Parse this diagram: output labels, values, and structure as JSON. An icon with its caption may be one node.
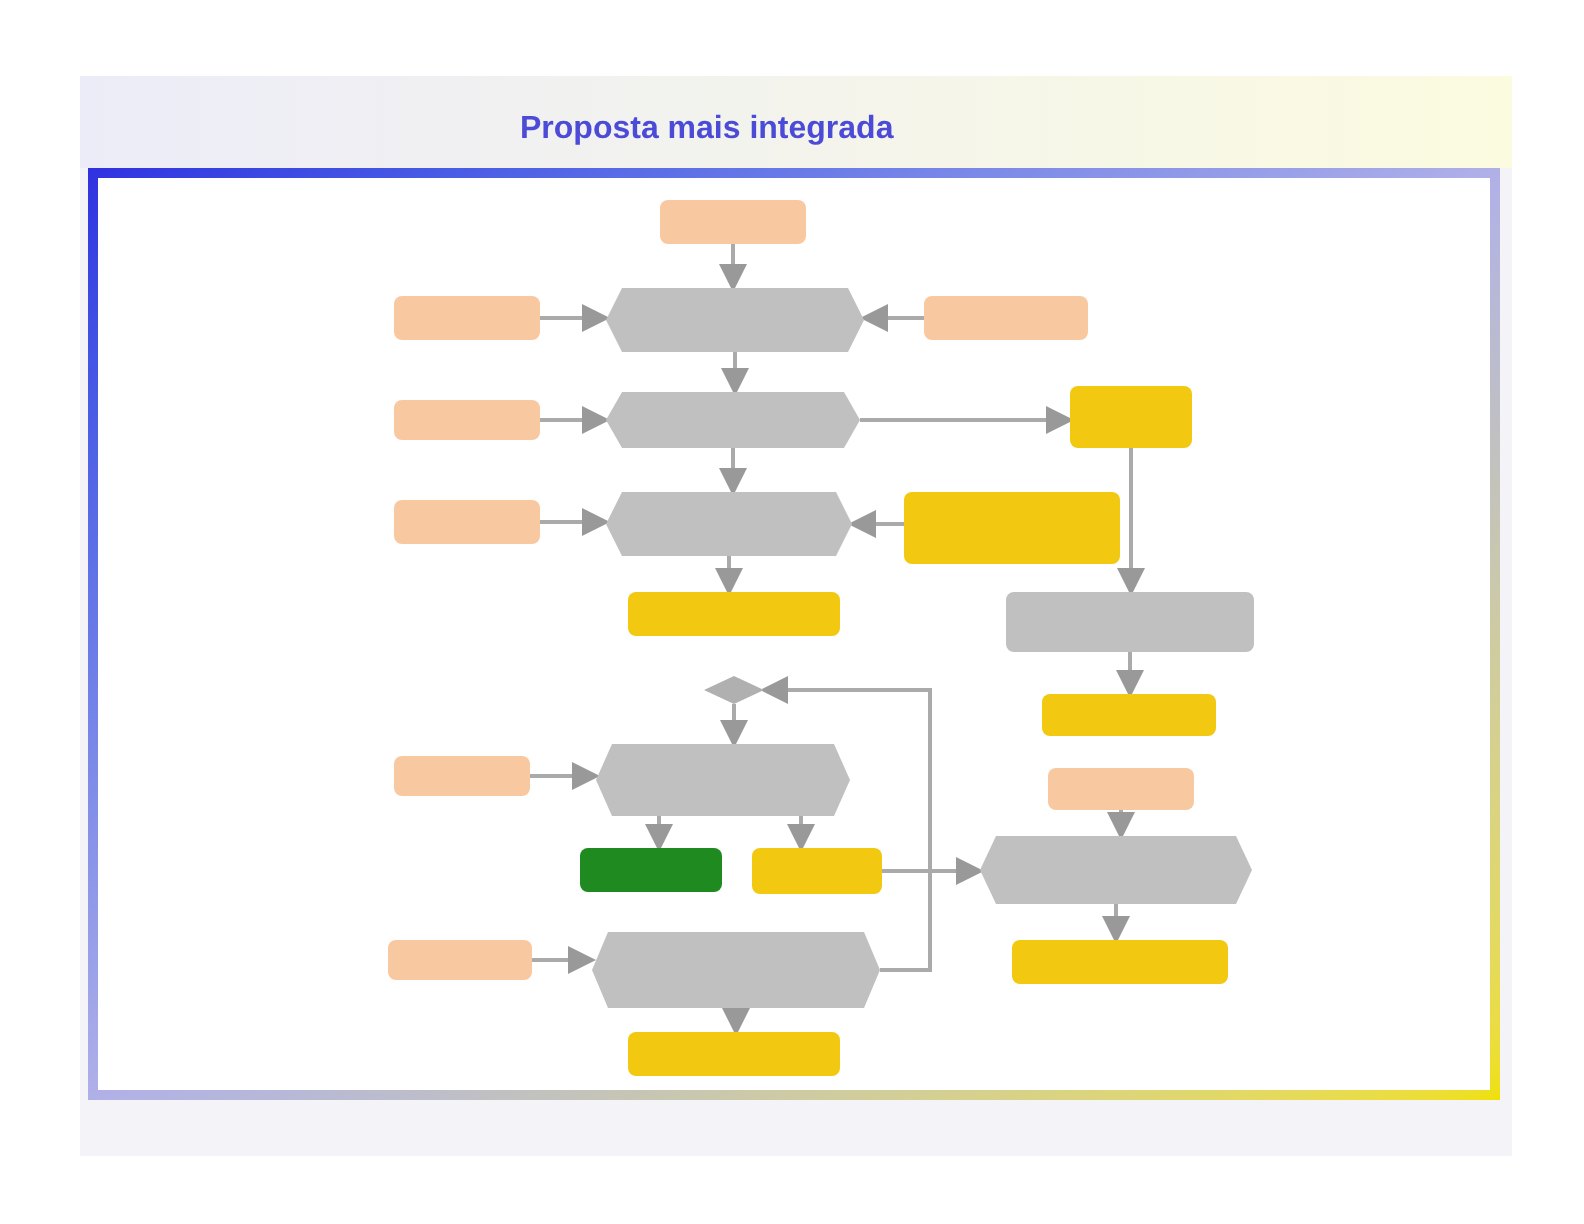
{
  "diagram": {
    "title": "Proposta mais integrada",
    "nodes": [
      {
        "text": [],
        "shape": "box"
      },
      {
        "text": [],
        "shape": "box"
      },
      {
        "text": [],
        "shape": "hexagon"
      },
      {
        "text": [],
        "shape": "box"
      },
      {
        "text": [],
        "shape": "box"
      },
      {
        "text": [],
        "shape": "hexagon"
      },
      {
        "text": [],
        "shape": "box"
      },
      {
        "text": [],
        "shape": "box"
      },
      {
        "text": [],
        "shape": "hexagon"
      },
      {
        "text": [],
        "shape": "box"
      },
      {
        "text": [],
        "shape": "box"
      },
      {
        "text": [],
        "shape": "box"
      },
      {
        "text": [],
        "shape": "diamond"
      },
      {
        "text": [],
        "shape": "box"
      },
      {
        "text": [],
        "shape": "box"
      },
      {
        "text": [],
        "shape": "hexagon"
      },
      {
        "text": [],
        "shape": "box"
      },
      {
        "text": [],
        "shape": "box"
      },
      {
        "text": [],
        "shape": "box"
      },
      {
        "text": [],
        "shape": "hexagon"
      },
      {
        "text": [],
        "shape": "box"
      },
      {
        "text": [],
        "shape": "hexagon"
      },
      {
        "text": [],
        "shape": "box"
      },
      {
        "text": [],
        "shape": "box"
      }
    ],
    "edges": [
      {
        "from": 0,
        "to": 2,
        "arrow": "to"
      },
      {
        "from": 1,
        "to": 2,
        "arrow": "to"
      },
      {
        "from": 3,
        "to": 2,
        "arrow": "to"
      },
      {
        "from": 2,
        "to": 5,
        "arrow": "to"
      },
      {
        "from": 4,
        "to": 5,
        "arrow": "to"
      },
      {
        "from": 5,
        "to": 6,
        "arrow": "to"
      },
      {
        "from": 5,
        "to": 8,
        "arrow": "to"
      },
      {
        "from": 7,
        "to": 8,
        "arrow": "to"
      },
      {
        "from": 9,
        "to": 8,
        "arrow": "to"
      },
      {
        "from": 8,
        "to": 10,
        "arrow": "to"
      },
      {
        "from": 6,
        "to": 11,
        "arrow": "to"
      },
      {
        "from": 11,
        "to": 13,
        "arrow": "to"
      },
      {
        "from": 12,
        "to": 15,
        "arrow": "to"
      },
      {
        "from": 14,
        "to": 15,
        "arrow": "to"
      },
      {
        "from": 15,
        "to": 17,
        "arrow": "to"
      },
      {
        "from": 15,
        "to": 18,
        "arrow": "to"
      },
      {
        "from": 18,
        "to": 19,
        "arrow": "to"
      },
      {
        "from": 16,
        "to": 19,
        "arrow": "to"
      },
      {
        "from": 19,
        "to": 22,
        "arrow": "to"
      },
      {
        "from": 20,
        "to": 21,
        "arrow": "to"
      },
      {
        "from": 21,
        "to": 23,
        "arrow": "to"
      },
      {
        "from": 21,
        "to": 12,
        "arrow": "to"
      }
    ]
  }
}
